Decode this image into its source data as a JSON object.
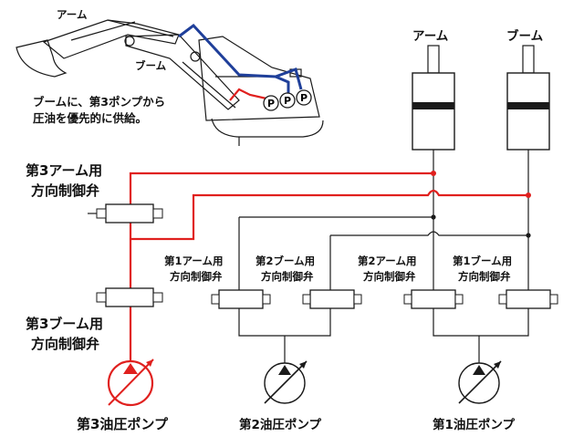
{
  "excavator": {
    "arm_label": "アーム",
    "boom_label": "ブーム",
    "note_line1": "ブームに、第3ポンプから",
    "note_line2": "圧油を優先的に供給。",
    "pump_letter": "P"
  },
  "cylinders": {
    "arm": "アーム",
    "boom": "ブーム"
  },
  "valves": {
    "third_arm_line1": "第3アーム用",
    "third_arm_line2": "方向制御弁",
    "third_boom_line1": "第3ブーム用",
    "third_boom_line2": "方向制御弁",
    "first_arm_line1": "第1アーム用",
    "first_arm_line2": "方向制御弁",
    "second_boom_line1": "第2ブーム用",
    "second_boom_line2": "方向制御弁",
    "second_arm_line1": "第2アーム用",
    "second_arm_line2": "方向制御弁",
    "first_boom_line1": "第1ブーム用",
    "first_boom_line2": "方向制御弁"
  },
  "pumps": {
    "third": "第3油圧ポンプ",
    "second": "第2油圧ポンプ",
    "first": "第1油圧ポンプ"
  },
  "colors": {
    "priority_circuit": "#e0201e",
    "excavator_hose": "#1f3f9a",
    "lines": "#1a1a1a"
  }
}
